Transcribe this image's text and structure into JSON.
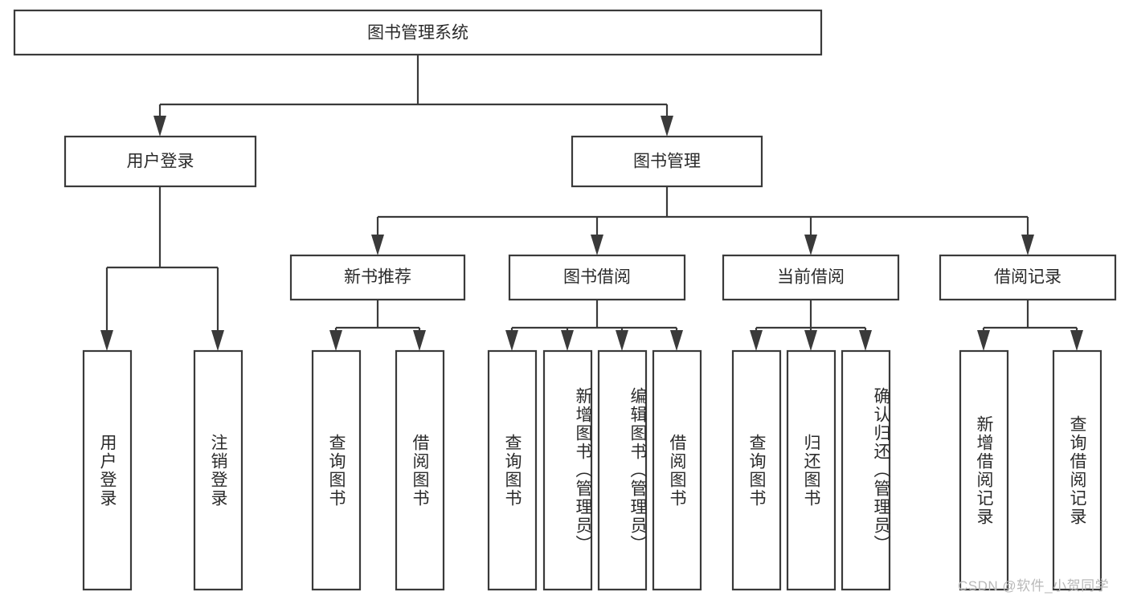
{
  "diagram": {
    "type": "tree",
    "title_node": {
      "label": "图书管理系统"
    },
    "level2": [
      {
        "label": "用户登录"
      },
      {
        "label": "图书管理"
      }
    ],
    "level3": [
      {
        "label": "新书推荐"
      },
      {
        "label": "图书借阅"
      },
      {
        "label": "当前借阅"
      },
      {
        "label": "借阅记录"
      }
    ],
    "leaves": {
      "user_login": [
        {
          "label": "用户登录"
        },
        {
          "label": "注销登录"
        }
      ],
      "new_book_recommend": [
        {
          "label": "查询图书"
        },
        {
          "label": "借阅图书"
        }
      ],
      "book_borrow": [
        {
          "label": "查询图书"
        },
        {
          "label": "新增图书（管理员）"
        },
        {
          "label": "编辑图书（管理员）"
        },
        {
          "label": "借阅图书"
        }
      ],
      "current_borrow": [
        {
          "label": "查询图书"
        },
        {
          "label": "归还图书"
        },
        {
          "label": "确认归还（管理员）"
        }
      ],
      "borrow_record": [
        {
          "label": "新增借阅记录"
        },
        {
          "label": "查询借阅记录"
        }
      ]
    }
  },
  "watermark": {
    "text": "CSDN @软件_小贺同学"
  },
  "colors": {
    "box_stroke": "#3a3a3a",
    "box_fill": "#ffffff",
    "text": "#2b2b2b",
    "watermark": "#b9b9b9",
    "background": "#ffffff"
  }
}
